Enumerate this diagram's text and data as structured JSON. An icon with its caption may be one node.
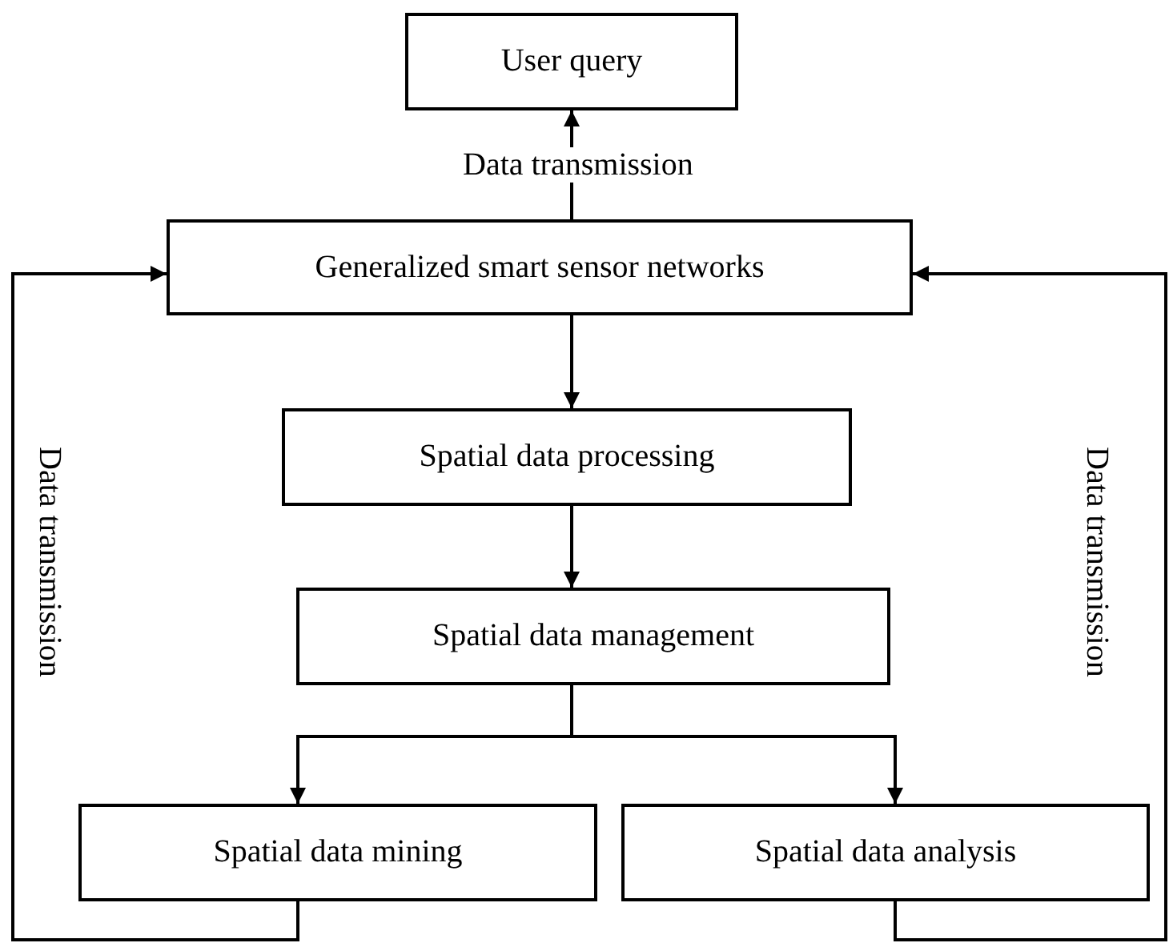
{
  "diagram": {
    "nodes": [
      {
        "text": [
          "User query"
        ]
      },
      {
        "text": [
          "Generalized smart sensor networks"
        ]
      },
      {
        "text": [
          "Spatial data processing"
        ]
      },
      {
        "text": [
          "Spatial data management"
        ]
      },
      {
        "text": [
          "Spatial data mining"
        ]
      },
      {
        "text": [
          "Spatial data analysis"
        ]
      }
    ],
    "edges": [
      {
        "from": 1,
        "to": 0,
        "arrow": "to",
        "label": "Data transmission"
      },
      {
        "from": 1,
        "to": 2,
        "arrow": "to"
      },
      {
        "from": 2,
        "to": 3,
        "arrow": "to"
      },
      {
        "from": 3,
        "to": 4,
        "arrow": "to"
      },
      {
        "from": 3,
        "to": 5,
        "arrow": "to"
      },
      {
        "from": 4,
        "to": 1,
        "arrow": "to",
        "label": "Data transmission"
      },
      {
        "from": 5,
        "to": 1,
        "arrow": "to",
        "label": "Data transmission"
      }
    ]
  }
}
